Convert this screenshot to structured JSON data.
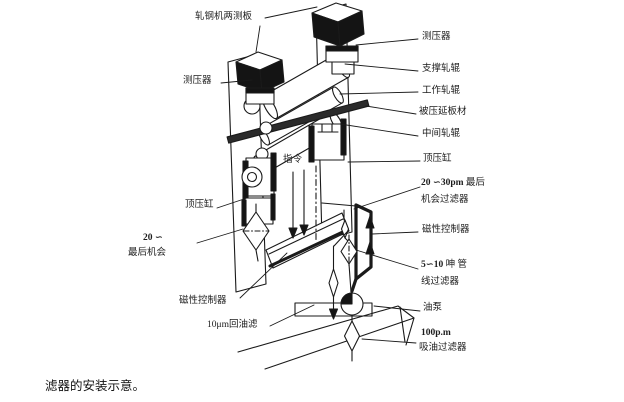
{
  "figure": {
    "caption": "滤器的安装示意。"
  },
  "labels": {
    "mill_side_plates": "轧钢机两测板",
    "pressure_gauge_left": "测压器",
    "pressure_gauge_right": "测压器",
    "backup_roll": "支撑轧辊",
    "work_roll": "工作轧辊",
    "rolled_sheet": "被压延板材",
    "intermediate_roll": "中间轧辊",
    "press_cylinder_left": "顶压缸",
    "press_cylinder_right": "顶压缸",
    "command_signal": "指令",
    "last_chance_filter_right_num": "20 ∽30pm",
    "last_chance_filter_right_rest": " 最后",
    "last_chance_filter_right_line2": "机会过滤器",
    "last_chance_filter_left_line1": "20 ∽",
    "last_chance_filter_left_line2": "最后机会",
    "magnetic_controller_right": "磁性控制器",
    "magnetic_controller_left": "磁性控制器",
    "line_filter_num": "5∽10",
    "line_filter_rest": " 呻 管",
    "line_filter_line2": "线过滤器",
    "oil_pump": "油泵",
    "suction_filter_line1": "100p.m",
    "suction_filter_line2": "吸油过滤器",
    "return_oil_filter": "10μm回油滤"
  }
}
